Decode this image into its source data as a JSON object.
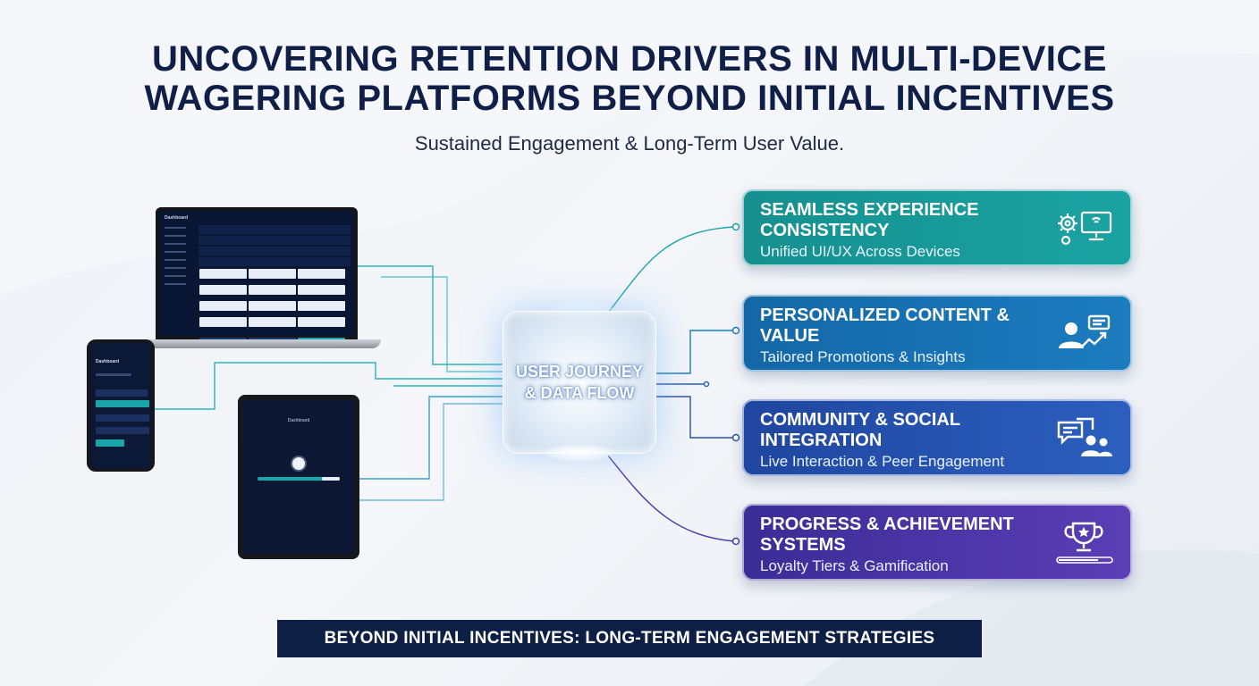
{
  "header": {
    "title_line1": "UNCOVERING RETENTION DRIVERS IN MULTI-DEVICE",
    "title_line2": "WAGERING PLATFORMS BEYOND INITIAL INCENTIVES",
    "subtitle": "Sustained Engagement & Long-Term User Value."
  },
  "hub": {
    "line1": "USER JOURNEY",
    "line2": "& DATA FLOW"
  },
  "cards": [
    {
      "title": "SEAMLESS EXPERIENCE CONSISTENCY",
      "subtitle": "Unified UI/UX Across Devices",
      "icon": "gear-monitor-icon",
      "color": "#15908f"
    },
    {
      "title": "PERSONALIZED CONTENT & VALUE",
      "subtitle": "Tailored Promotions & Insights",
      "icon": "user-growth-chat-icon",
      "color": "#1467a6"
    },
    {
      "title": "COMMUNITY & SOCIAL INTEGRATION",
      "subtitle": "Live Interaction & Peer Engagement",
      "icon": "chat-people-icon",
      "color": "#1f46a0"
    },
    {
      "title": "PROGRESS & ACHIEVEMENT SYSTEMS",
      "subtitle": "Loyalty Tiers & Gamification",
      "icon": "trophy-progress-icon",
      "color": "#3b2c96"
    }
  ],
  "devices": {
    "laptop_brand": "Dashboard",
    "phone_brand": "Dashboard",
    "tablet_brand": "Dashboard"
  },
  "footer": {
    "banner": "BEYOND INITIAL INCENTIVES: LONG-TERM ENGAGEMENT STRATEGIES"
  }
}
